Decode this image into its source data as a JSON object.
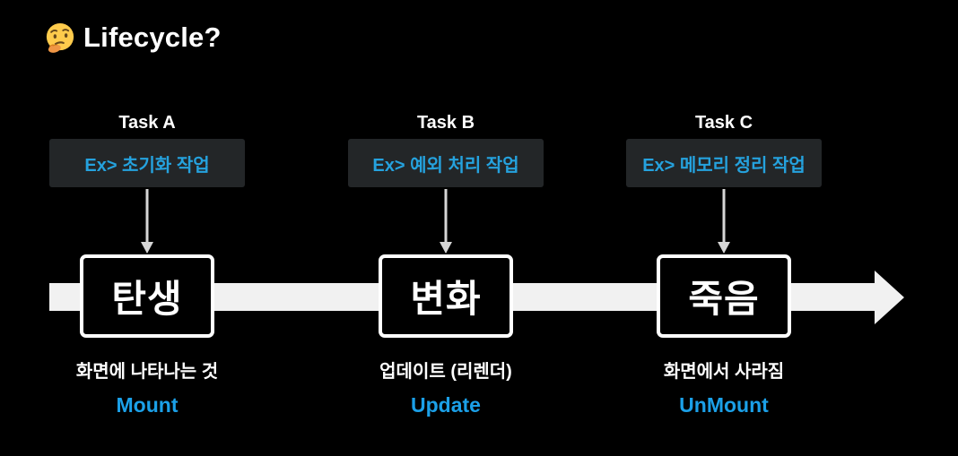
{
  "title": {
    "icon": "thinking-face-emoji",
    "text": "Lifecycle?"
  },
  "colors": {
    "background": "#000000",
    "accent_blue": "#25A2DE",
    "example_box_bg": "#232628",
    "timeline_arrow": "#F1F1F1",
    "stage_border": "#FFFFFF"
  },
  "timeline": {
    "direction": "left-to-right"
  },
  "stages": [
    {
      "task": "Task A",
      "example": "Ex> 초기화 작업",
      "name": "탄생",
      "caption": "화면에 나타나는 것",
      "phase": "Mount"
    },
    {
      "task": "Task B",
      "example": "Ex> 예외 처리 작업",
      "name": "변화",
      "caption": "업데이트 (리렌더)",
      "phase": "Update"
    },
    {
      "task": "Task C",
      "example": "Ex> 메모리 정리 작업",
      "name": "죽음",
      "caption": "화면에서 사라짐",
      "phase": "UnMount"
    }
  ]
}
